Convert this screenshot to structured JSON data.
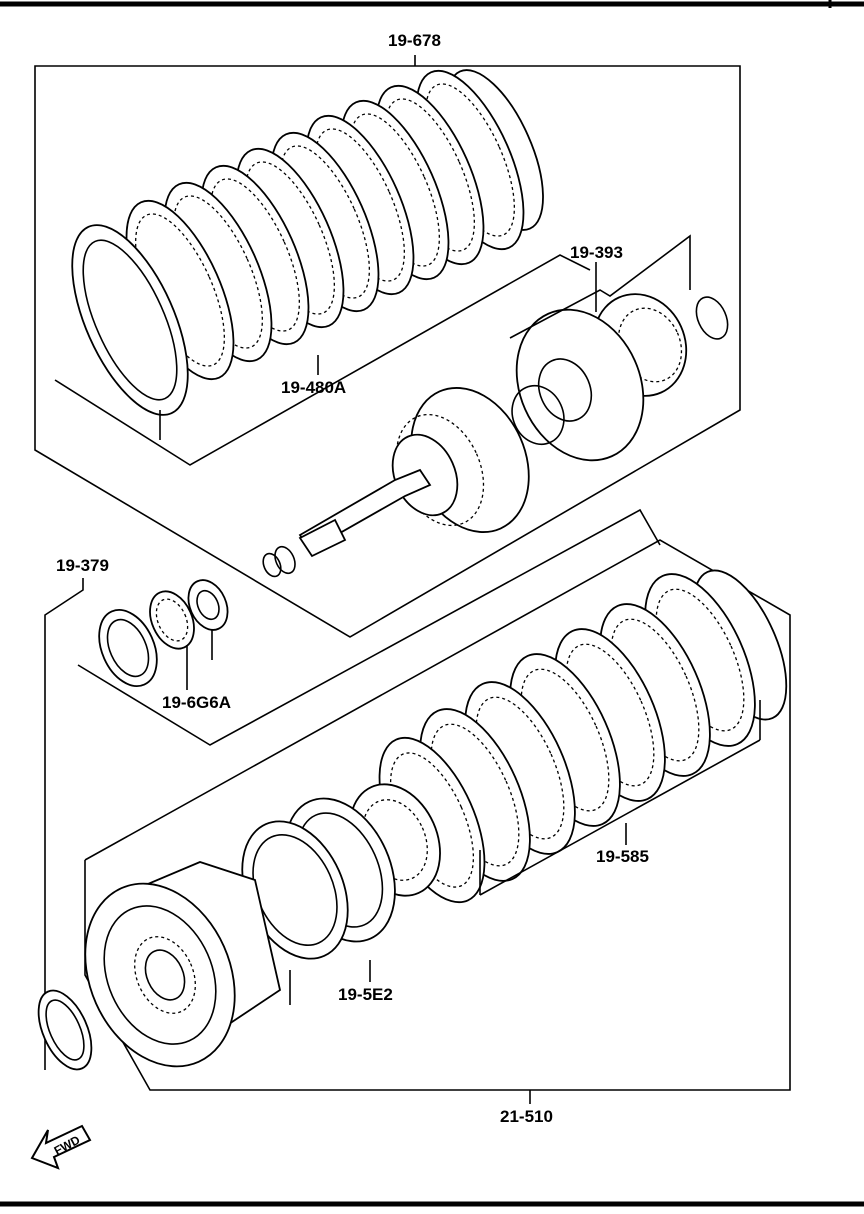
{
  "labels": {
    "top_group": "19-678",
    "clutch_plates_top": "19-480A",
    "piston_assembly": "19-393",
    "snap_ring_set": "19-379",
    "bearing_set": "19-6G6A",
    "clutch_plates_bottom": "19-585",
    "spring_retainer": "19-5E2",
    "drum_assembly": "21-510"
  },
  "fwd_arrow": {
    "text": "FWD",
    "icon": "fwd-arrow-icon"
  }
}
